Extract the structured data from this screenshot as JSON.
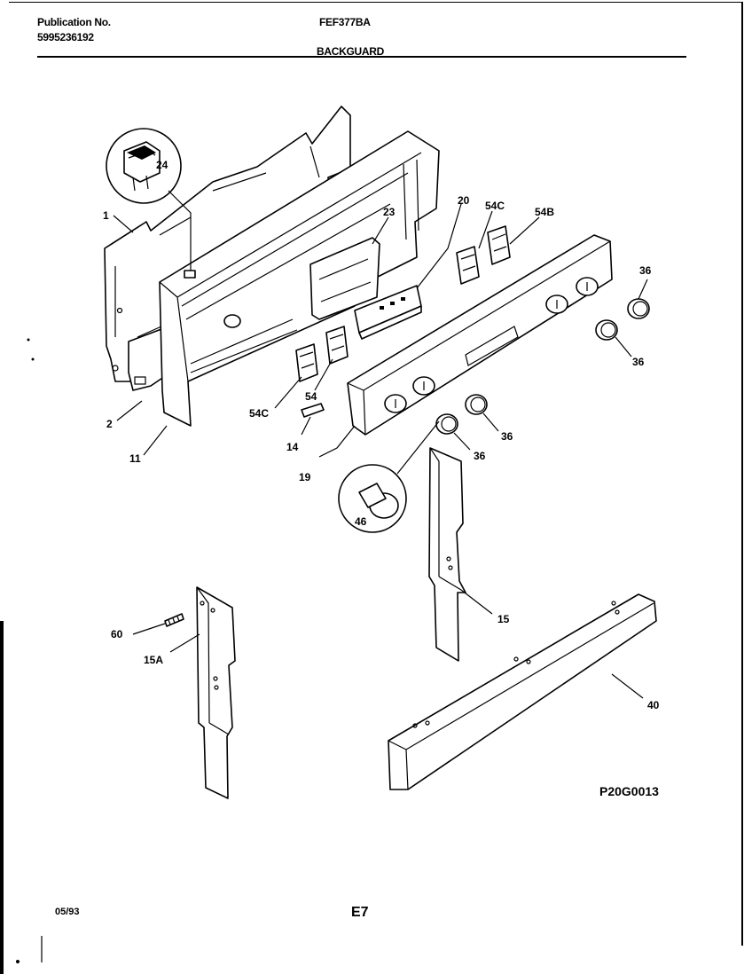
{
  "header": {
    "publication_label": "Publication No.",
    "publication_number": "5995236192",
    "model": "FEF377BA",
    "section": "BACKGUARD"
  },
  "diagram_code": "P20G0013",
  "footer": {
    "date": "05/93",
    "page": "E7"
  },
  "callouts": [
    {
      "id": "c1",
      "text": "1"
    },
    {
      "id": "c2",
      "text": "2"
    },
    {
      "id": "c11",
      "text": "11"
    },
    {
      "id": "c24",
      "text": "24"
    },
    {
      "id": "c23",
      "text": "23"
    },
    {
      "id": "c20",
      "text": "20"
    },
    {
      "id": "c54C_top",
      "text": "54C"
    },
    {
      "id": "c54B",
      "text": "54B"
    },
    {
      "id": "c36_a",
      "text": "36"
    },
    {
      "id": "c36_b",
      "text": "36"
    },
    {
      "id": "c36_c",
      "text": "36"
    },
    {
      "id": "c36_d",
      "text": "36"
    },
    {
      "id": "c54",
      "text": "54"
    },
    {
      "id": "c54C_left",
      "text": "54C"
    },
    {
      "id": "c14",
      "text": "14"
    },
    {
      "id": "c19",
      "text": "19"
    },
    {
      "id": "c46",
      "text": "46"
    },
    {
      "id": "c15",
      "text": "15"
    },
    {
      "id": "c60",
      "text": "60"
    },
    {
      "id": "c15A",
      "text": "15A"
    },
    {
      "id": "c40",
      "text": "40"
    }
  ]
}
